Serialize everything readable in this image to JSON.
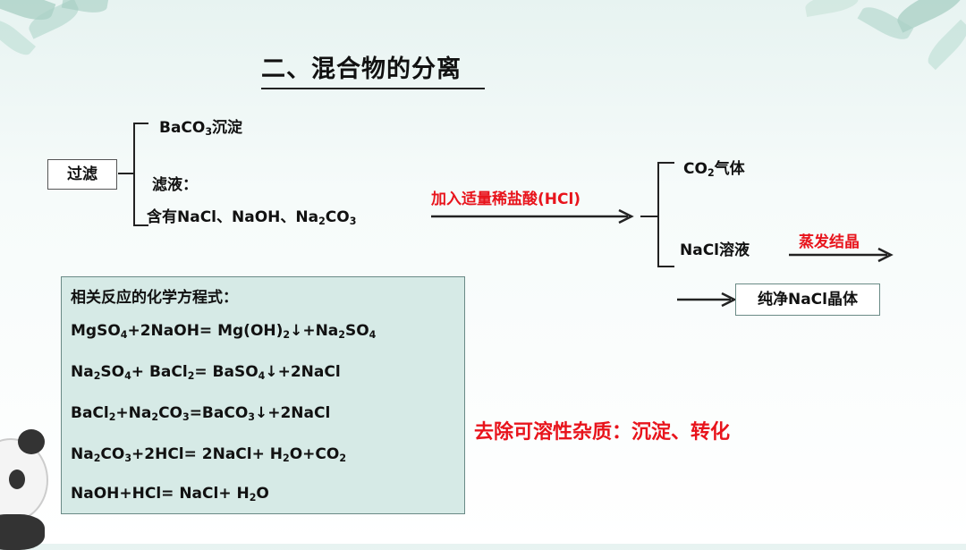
{
  "title": "二、混合物的分离",
  "filter_label": "过滤",
  "precipitate": {
    "prefix": "BaCO",
    "sub": "3",
    "suffix": "沉淀"
  },
  "filtrate_label": "滤液：",
  "filtrate_contents": {
    "p1": "含有NaCl、NaOH、Na",
    "s1": "2",
    "p2": "CO",
    "s2": "3"
  },
  "acid_label": "加入适量稀盐酸(HCl)",
  "co2": {
    "p1": "CO",
    "s1": "2",
    "p2": "气体"
  },
  "nacl_solution": "NaCl溶液",
  "evaporate_label": "蒸发结晶",
  "pure_crystal": "纯净NaCl晶体",
  "conclusion": "去除可溶性杂质：沉淀、转化",
  "equations": {
    "heading": "相关反应的化学方程式：",
    "eq1": {
      "a": "MgSO",
      "b": "4",
      "c": "+2NaOH= Mg(OH)",
      "d": "2",
      "e": "↓",
      "f": "+Na",
      "g": "2",
      "h": "SO",
      "i": "4"
    },
    "eq2": {
      "a": "Na",
      "b": "2",
      "c": "SO",
      "d": "4",
      "e": "+ BaCl",
      "f": "2",
      "g": "= BaSO",
      "h": "4",
      "i": "↓",
      "j": "+2NaCl"
    },
    "eq3": {
      "a": "BaCl",
      "b": "2",
      "c": "+Na",
      "d": "2",
      "e": "CO",
      "f": "3",
      "g": "=BaCO",
      "h": "3",
      "i": "↓",
      "j": "+2NaCl"
    },
    "eq4": {
      "a": "Na",
      "b": "2",
      "c": "CO",
      "d": "3",
      "e": "+2HCl= 2NaCl+ H",
      "f": "2",
      "g": "O+CO",
      "h": "2"
    },
    "eq5": {
      "a": "NaOH+HCl= NaCl+ H",
      "b": "2",
      "c": "O"
    }
  },
  "colors": {
    "accent_red": "#e8141c",
    "eq_bg": "#d6eae6",
    "bg_top": "#e7f3f1"
  }
}
